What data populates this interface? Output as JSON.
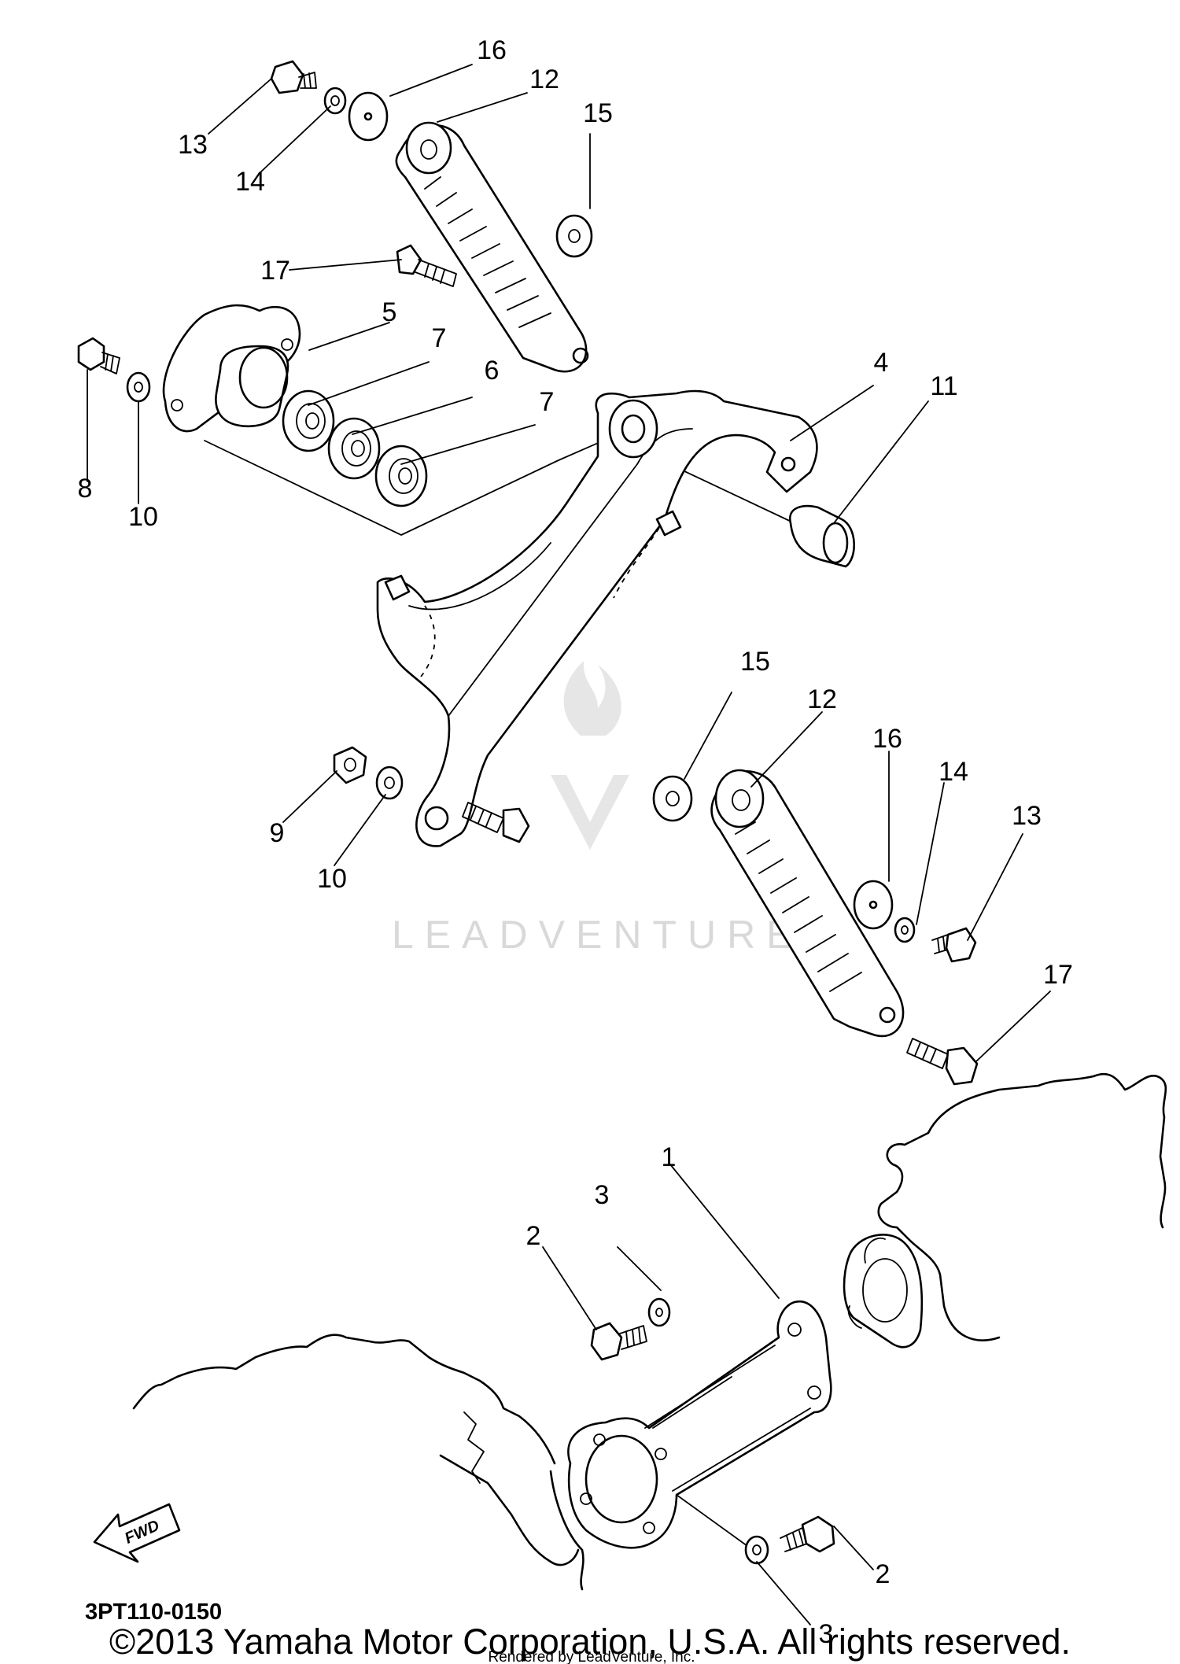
{
  "diagram": {
    "part_code": "3PT110-0150",
    "direction_arrow": "FWD",
    "watermark": "LEADVENTURE",
    "copyright": "©2013 Yamaha Motor Corporation, U.S.A. All rights reserved.",
    "rendered_by": "Rendered by LeadVenture, Inc.",
    "callouts": [
      "1",
      "2",
      "2",
      "3",
      "3",
      "4",
      "5",
      "6",
      "7",
      "7",
      "8",
      "9",
      "10",
      "10",
      "11",
      "12",
      "12",
      "13",
      "13",
      "14",
      "14",
      "15",
      "15",
      "16",
      "16",
      "17",
      "17"
    ]
  }
}
